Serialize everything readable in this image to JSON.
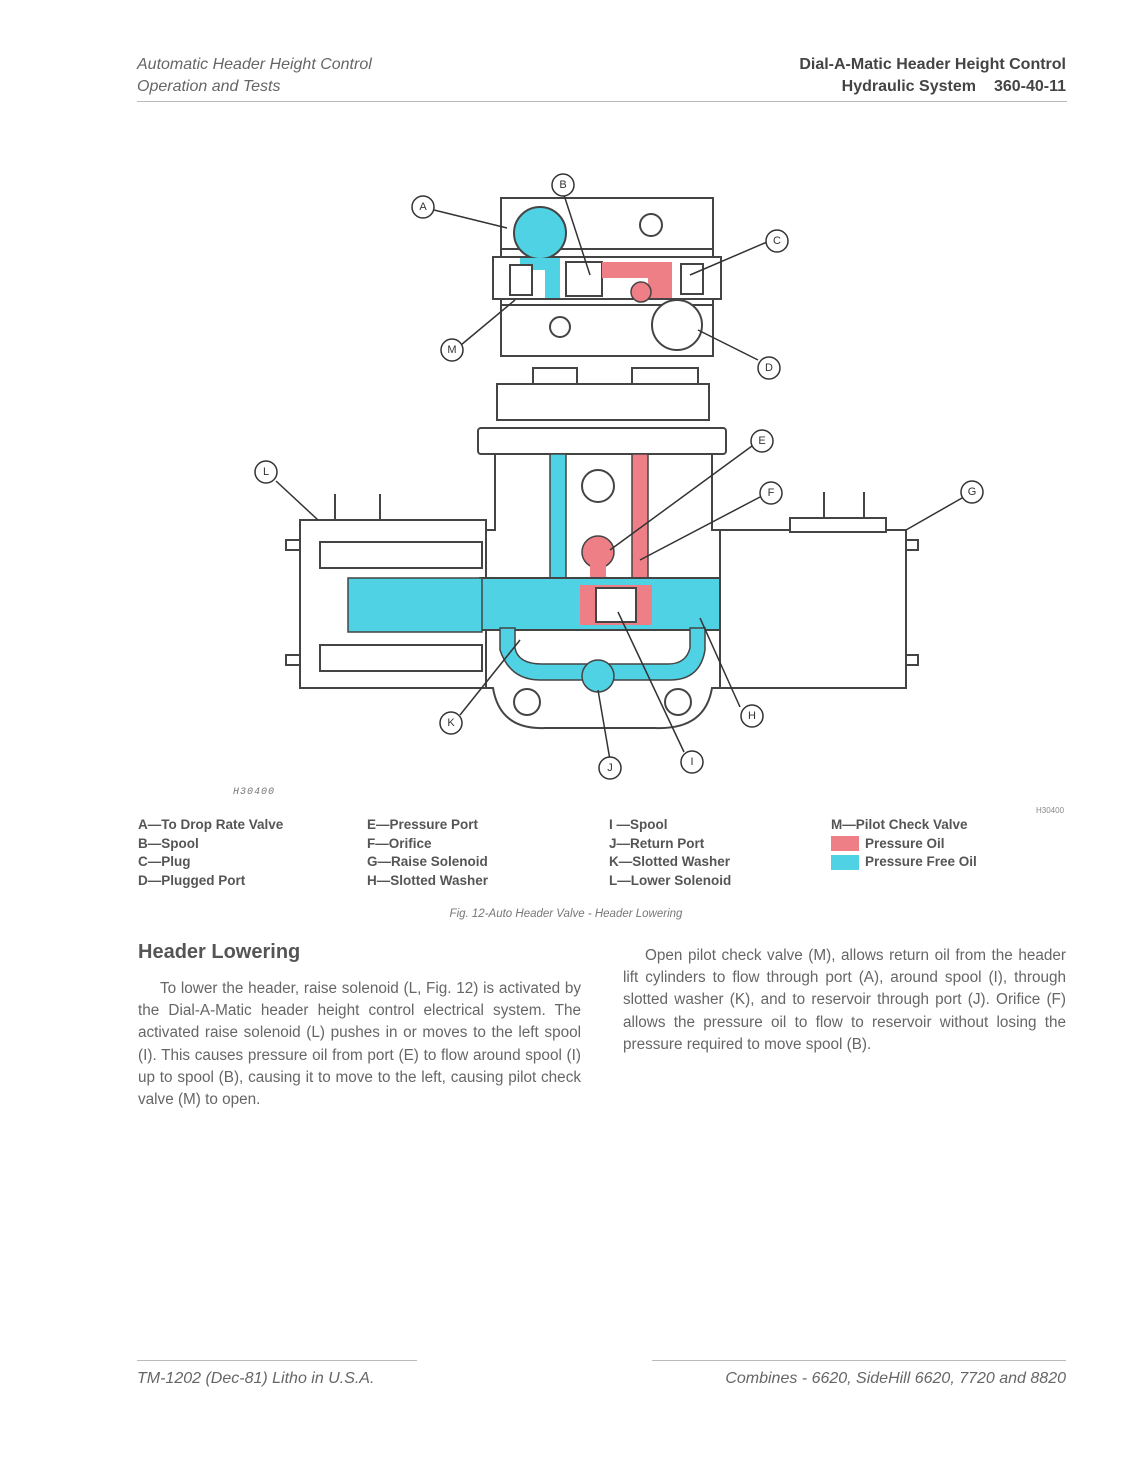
{
  "header": {
    "left_line1": "Automatic Header Height Control",
    "left_line2": "Operation and Tests",
    "right_line1": "Dial-A-Matic Header Height Control",
    "right_line2": "Hydraulic System",
    "page_number": "360-40-11"
  },
  "figure": {
    "code_left": "H30400",
    "code_right": "H30400",
    "callouts": [
      "A",
      "B",
      "C",
      "D",
      "E",
      "F",
      "G",
      "H",
      "I",
      "J",
      "K",
      "L",
      "M"
    ],
    "colors": {
      "pressure": "#ee7f86",
      "free": "#4fd2e4"
    }
  },
  "legend": {
    "col1": [
      "A—To Drop Rate Valve",
      "B—Spool",
      "C—Plug",
      "D—Plugged Port"
    ],
    "col2": [
      "E—Pressure Port",
      "F—Orifice",
      "G—Raise Solenoid",
      "H—Slotted Washer"
    ],
    "col3": [
      "I —Spool",
      "J—Return Port",
      "K—Slotted Washer",
      "L—Lower Solenoid"
    ],
    "col4_title": "M—Pilot Check Valve",
    "pressure_label": "Pressure Oil",
    "free_label": "Pressure Free Oil"
  },
  "caption": "Fig. 12-Auto Header Valve - Header Lowering",
  "section": {
    "title": "Header Lowering",
    "para_left": "To lower the header, raise solenoid (L, Fig. 12) is activated by the Dial-A-Matic header height control electrical system. The activated raise solenoid (L) pushes in or moves to the left spool (I). This causes pressure oil from port (E) to flow around spool (I) up to spool (B), causing it to move to the left, causing pilot check valve (M) to open.",
    "para_right": "Open pilot check valve (M), allows return oil from the header lift cylinders to flow through port (A), around spool (I), through slotted washer (K), and to reservoir through port (J). Orifice (F) allows the pressure oil to flow to reservoir without losing the pressure required to move spool (B)."
  },
  "footer": {
    "left": "TM-1202 (Dec-81) Litho in U.S.A.",
    "right": "Combines - 6620, SideHill 6620, 7720 and 8820"
  }
}
